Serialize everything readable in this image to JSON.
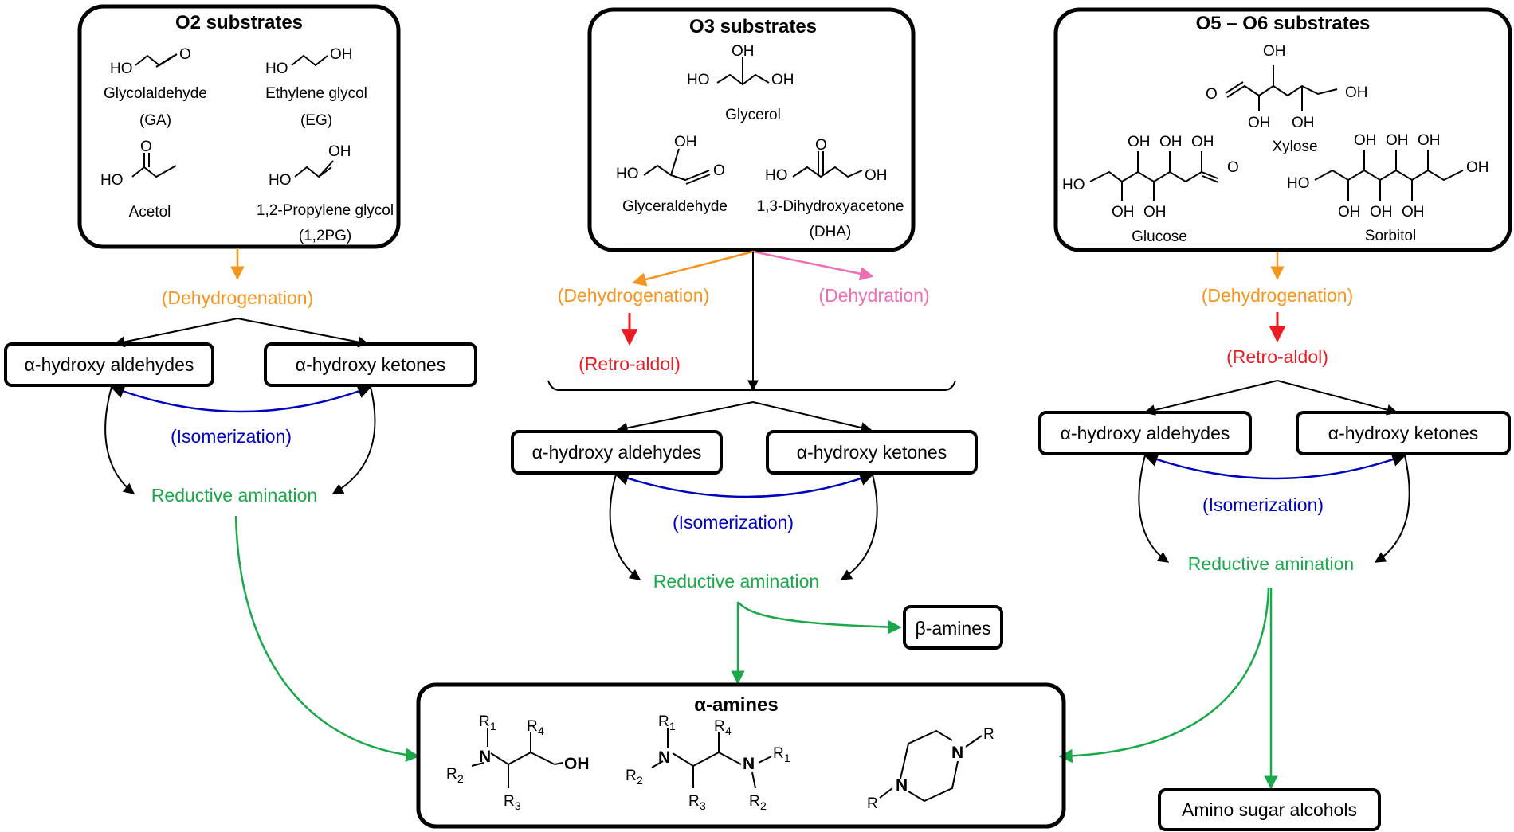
{
  "colors": {
    "dehydrogenation": "#F7941D",
    "dehydration": "#F06EB3",
    "retro_aldol": "#ED1C24",
    "isomerization": "#0000C0",
    "reductive_amination": "#1BA84A",
    "box_stroke": "#000000"
  },
  "groups": {
    "o2": {
      "title": "O2 substrates",
      "compounds": [
        {
          "name": "Glycolaldehyde",
          "abbr": "(GA)"
        },
        {
          "name": "Ethylene glycol",
          "abbr": "(EG)"
        },
        {
          "name": "Acetol",
          "abbr": ""
        },
        {
          "name": "1,2-Propylene glycol",
          "abbr": "(1,2PG)"
        }
      ]
    },
    "o3": {
      "title": "O3 substrates",
      "compounds": [
        {
          "name": "Glycerol",
          "abbr": ""
        },
        {
          "name": "Glyceraldehyde",
          "abbr": ""
        },
        {
          "name": "1,3-Dihydroxyacetone",
          "abbr": "(DHA)"
        }
      ]
    },
    "o56": {
      "title": "O5 – O6 substrates",
      "compounds": [
        {
          "name": "Xylose",
          "abbr": ""
        },
        {
          "name": "Glucose",
          "abbr": ""
        },
        {
          "name": "Sorbitol",
          "abbr": ""
        }
      ]
    }
  },
  "atoms": {
    "ho": "HO",
    "oh": "OH",
    "o": "O",
    "n": "N",
    "r": "R"
  },
  "subscripts": {
    "s1": "1",
    "s2": "2",
    "s3": "3",
    "s4": "4"
  },
  "steps": {
    "dehydrogenation": "(Dehydrogenation)",
    "dehydration": "(Dehydration)",
    "retro_aldol": "(Retro-aldol)",
    "isomerization": "(Isomerization)",
    "reductive_amination": "Reductive amination"
  },
  "boxes": {
    "hydroxy_aldehydes": "α-hydroxy aldehydes",
    "hydroxy_ketones": "α-hydroxy ketones",
    "beta_amines": "β-amines",
    "alpha_amines": "α-amines",
    "amino_sugar_alcohols": "Amino sugar alcohols"
  }
}
